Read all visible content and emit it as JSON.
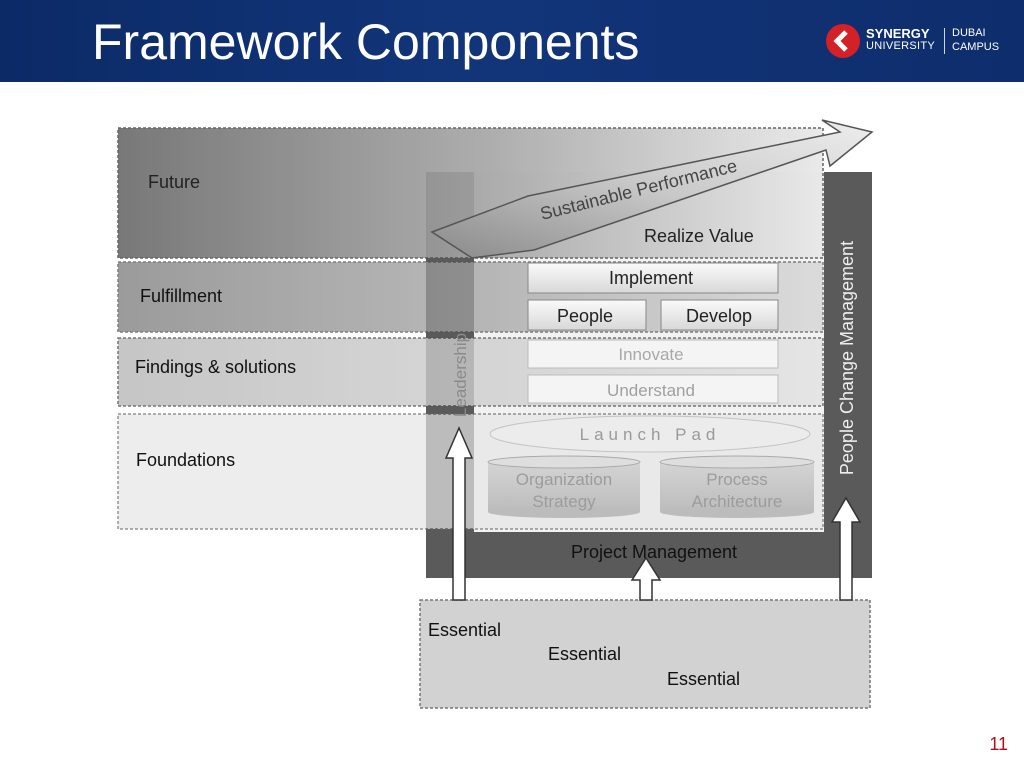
{
  "slide": {
    "title": "Framework Components",
    "page_number": "11"
  },
  "logo": {
    "name": "SYNERGY",
    "sub": "UNIVERSITY",
    "campus_line1": "DUBAI",
    "campus_line2": "CAMPUS",
    "brand_color": "#d42027"
  },
  "diagram": {
    "layers": {
      "future": "Future",
      "fulfillment": "Fulfillment",
      "findings": "Findings & solutions",
      "foundations": "Foundations"
    },
    "arrow_label": "Sustainable Performance",
    "realize_value": "Realize Value",
    "implement": "Implement",
    "people": "People",
    "develop": "Develop",
    "innovate": "Innovate",
    "understand": "Understand",
    "launch_pad": "Launch Pad",
    "org_strategy": [
      "Organization",
      "Strategy"
    ],
    "process_architecture": [
      "Process",
      "Architecture"
    ],
    "project_management": "Project Management",
    "leadership": "Leadership",
    "people_change_management": "People Change Management",
    "essentials": [
      "Essential",
      "Essential",
      "Essential"
    ]
  }
}
